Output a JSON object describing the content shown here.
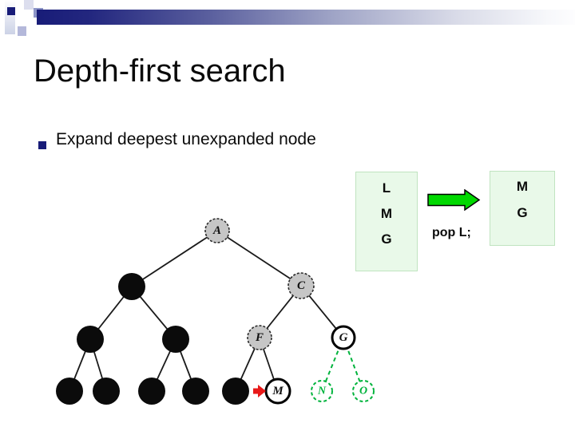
{
  "slide": {
    "title": "Depth-first search",
    "bullet": "Expand deepest unexpanded node"
  },
  "stacks": {
    "left": {
      "items": [
        "L",
        "M",
        "G"
      ]
    },
    "right": {
      "items": [
        "M",
        "G"
      ]
    },
    "operation": "pop L;"
  },
  "tree": {
    "labels": {
      "A": "A",
      "C": "C",
      "F": "F",
      "G": "G",
      "M": "M",
      "N": "N",
      "O": "O"
    },
    "nodes": [
      {
        "id": "A",
        "label": "A",
        "state": "expanded-gray",
        "level": 1
      },
      {
        "id": "B1",
        "label": "",
        "state": "filled-black",
        "level": 2
      },
      {
        "id": "C",
        "label": "C",
        "state": "expanded-gray",
        "level": 2
      },
      {
        "id": "D1",
        "label": "",
        "state": "filled-black",
        "level": 3
      },
      {
        "id": "D2",
        "label": "",
        "state": "filled-black",
        "level": 3
      },
      {
        "id": "F",
        "label": "F",
        "state": "expanded-gray",
        "level": 3
      },
      {
        "id": "G",
        "label": "G",
        "state": "open-outlined",
        "level": 3
      },
      {
        "id": "L1",
        "label": "",
        "state": "filled-black",
        "level": 4
      },
      {
        "id": "L2",
        "label": "",
        "state": "filled-black",
        "level": 4
      },
      {
        "id": "L3",
        "label": "",
        "state": "filled-black",
        "level": 4
      },
      {
        "id": "L4",
        "label": "",
        "state": "filled-black",
        "level": 4
      },
      {
        "id": "L5",
        "label": "",
        "state": "filled-black",
        "level": 4
      },
      {
        "id": "M",
        "label": "M",
        "state": "current-marked",
        "level": 4
      },
      {
        "id": "N",
        "label": "N",
        "state": "frontier-green-dashed",
        "level": 4
      },
      {
        "id": "O",
        "label": "O",
        "state": "frontier-green-dashed",
        "level": 4
      }
    ],
    "edges": [
      {
        "from": "A",
        "to": "B1",
        "style": "solid"
      },
      {
        "from": "A",
        "to": "C",
        "style": "solid"
      },
      {
        "from": "B1",
        "to": "D1",
        "style": "solid"
      },
      {
        "from": "B1",
        "to": "D2",
        "style": "solid"
      },
      {
        "from": "C",
        "to": "F",
        "style": "solid"
      },
      {
        "from": "C",
        "to": "G",
        "style": "solid"
      },
      {
        "from": "D1",
        "to": "L1",
        "style": "solid"
      },
      {
        "from": "D1",
        "to": "L2",
        "style": "solid"
      },
      {
        "from": "D2",
        "to": "L3",
        "style": "solid"
      },
      {
        "from": "D2",
        "to": "L4",
        "style": "solid"
      },
      {
        "from": "F",
        "to": "L5",
        "style": "solid"
      },
      {
        "from": "F",
        "to": "M",
        "style": "solid"
      },
      {
        "from": "G",
        "to": "N",
        "style": "green-dashed"
      },
      {
        "from": "G",
        "to": "O",
        "style": "green-dashed"
      }
    ],
    "marker": "red-arrow-at-M"
  },
  "colors": {
    "accent_navy": "#181c78",
    "stack_box_fill": "#e9f9e9",
    "stack_box_border": "#c0e4c0",
    "arrow_green": "#00d800",
    "frontier_green": "#00b33c",
    "marker_red": "#e81919",
    "node_gray": "#c6c6c6"
  }
}
